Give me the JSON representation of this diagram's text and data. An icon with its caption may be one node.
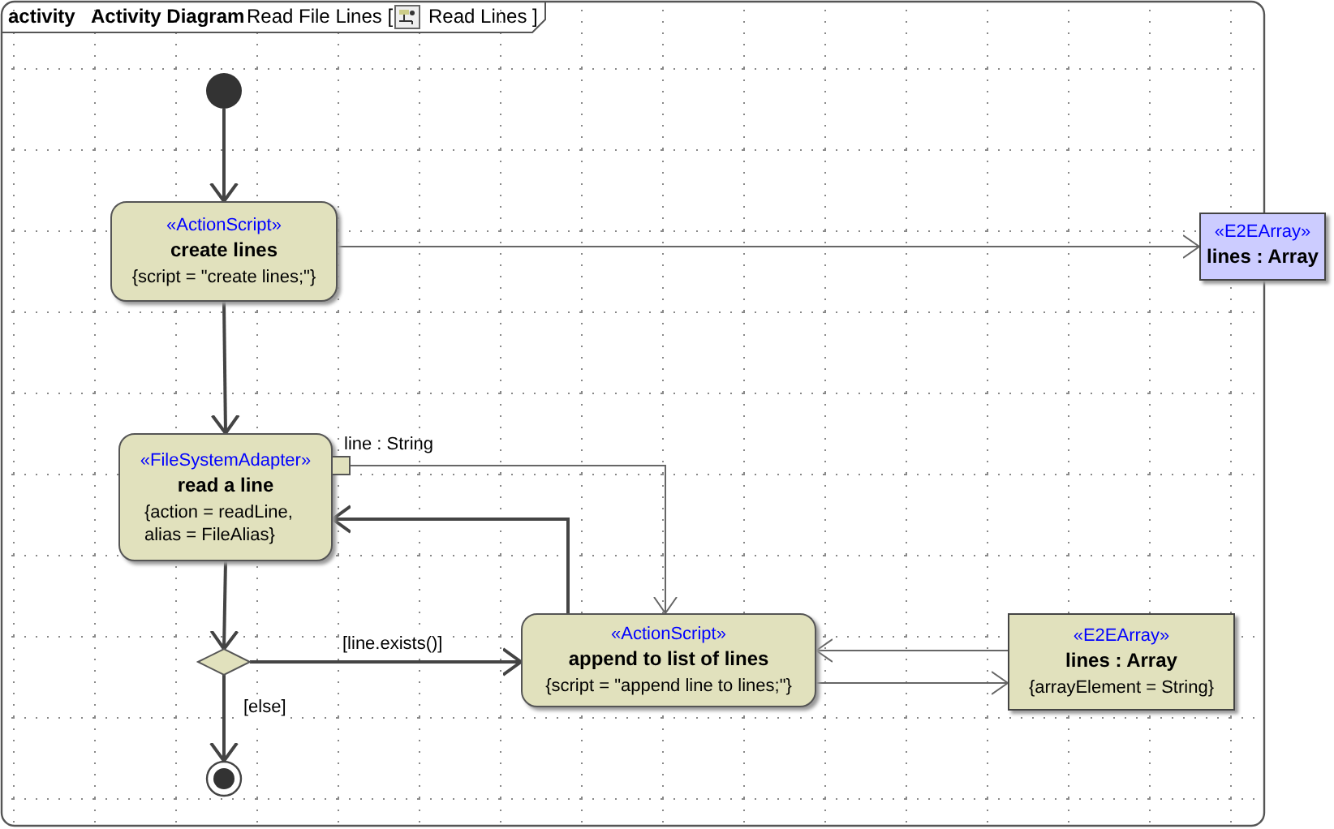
{
  "diagram": {
    "nodes": [
      {
        "text": [],
        "shape": "circle"
      },
      {
        "text": [
          "«ActionScript»",
          "create lines",
          "{script = \"create lines;\"}"
        ]
      },
      {
        "text": [
          "«E2EArray»",
          "lines : Array"
        ]
      },
      {
        "text": [
          "«FileSystemAdapter»",
          "read a line",
          "{action = readLine, alias = FileAlias}"
        ]
      },
      {
        "text": [
          "line : String"
        ]
      },
      {
        "text": [],
        "shape": "diamond"
      },
      {
        "text": [
          "«ActionScript»",
          "append to list of lines",
          "{script = \"append line to lines;\"}"
        ]
      },
      {
        "text": [
          "«E2EArray»",
          "lines : Array",
          "{arrayElement = String}"
        ]
      },
      {
        "text": [],
        "shape": "circle"
      }
    ],
    "edges": [
      {
        "from": 0,
        "to": 1,
        "arrow": "to"
      },
      {
        "from": 1,
        "to": 3,
        "arrow": "to"
      },
      {
        "from": 1,
        "to": 2,
        "arrow": "to"
      },
      {
        "from": 3,
        "to": 5,
        "arrow": "to"
      },
      {
        "from": 5,
        "to": 6,
        "arrow": "to",
        "label": "[line.exists()]"
      },
      {
        "from": 5,
        "to": 8,
        "arrow": "to",
        "label": "[else]"
      },
      {
        "from": 6,
        "to": 3,
        "arrow": "to"
      },
      {
        "from": 4,
        "to": 6,
        "arrow": "to"
      },
      {
        "from": 7,
        "to": 6,
        "arrow": "to"
      },
      {
        "from": 6,
        "to": 7,
        "arrow": "to"
      }
    ],
    "labels": [
      "activity",
      "Activity Diagram",
      "Read File Lines [",
      "Read Lines ]"
    ]
  }
}
